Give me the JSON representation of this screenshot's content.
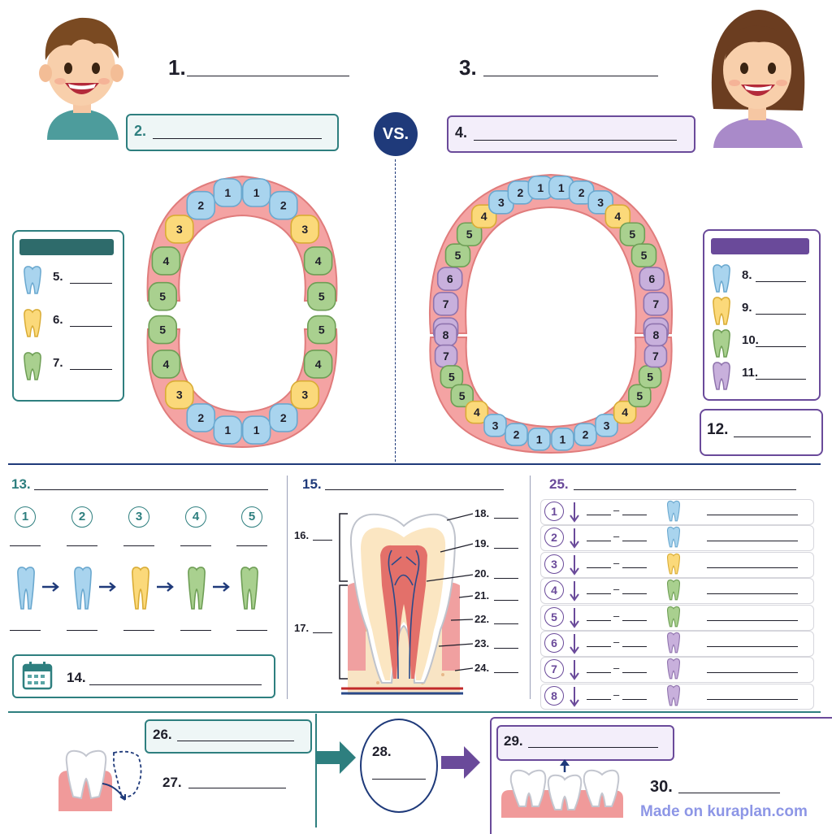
{
  "header": {
    "vs": "VS.",
    "q1": "1.",
    "q2": "2.",
    "q3": "3.",
    "q4": "4."
  },
  "child_jaw": {
    "upper": [
      "5",
      "4",
      "3",
      "2",
      "1",
      "1",
      "2",
      "3",
      "4",
      "5"
    ],
    "lower": [
      "5",
      "4",
      "3",
      "2",
      "1",
      "1",
      "2",
      "3",
      "4",
      "5"
    ]
  },
  "adult_jaw": {
    "upper": [
      "8",
      "7",
      "6",
      "5",
      "5",
      "4",
      "3",
      "2",
      "1",
      "1",
      "2",
      "3",
      "4",
      "5",
      "5",
      "6",
      "7",
      "8"
    ],
    "lower": [
      "8",
      "7",
      "5",
      "5",
      "4",
      "3",
      "2",
      "1",
      "1",
      "2",
      "3",
      "4",
      "5",
      "5",
      "7",
      "8"
    ]
  },
  "child_legend": {
    "items": [
      {
        "label": "5.",
        "color": "#a9d4ee",
        "icon": "incisor-tooth-icon"
      },
      {
        "label": "6.",
        "color": "#fbd97a",
        "icon": "canine-tooth-icon"
      },
      {
        "label": "7.",
        "color": "#a9d08f",
        "icon": "molar-tooth-icon"
      }
    ]
  },
  "adult_legend": {
    "items": [
      {
        "label": "8.",
        "color": "#a9d4ee",
        "icon": "incisor-tooth-icon"
      },
      {
        "label": "9.",
        "color": "#fbd97a",
        "icon": "canine-tooth-icon"
      },
      {
        "label": "10.",
        "color": "#a9d08f",
        "icon": "premolar-tooth-icon"
      },
      {
        "label": "11.",
        "color": "#c8b0dc",
        "icon": "molar-tooth-icon"
      }
    ],
    "q12": "12."
  },
  "sequence": {
    "q13": "13.",
    "steps": [
      "1",
      "2",
      "3",
      "4",
      "5"
    ],
    "q14": "14."
  },
  "anatomy": {
    "q15": "15.",
    "labels": [
      "16.",
      "17.",
      "18.",
      "19.",
      "20.",
      "21.",
      "22.",
      "23.",
      "24."
    ]
  },
  "eruption": {
    "q25": "25.",
    "rows": [
      "1",
      "2",
      "3",
      "4",
      "5",
      "6",
      "7",
      "8"
    ],
    "dash": "–"
  },
  "bottom": {
    "q26": "26.",
    "q27": "27.",
    "q28": "28.",
    "q29": "29.",
    "q30": "30."
  },
  "colors": {
    "teal": "#2e7f7f",
    "purple": "#6a4a9a",
    "navy": "#1f3a7a",
    "incisor": "#a9d4ee",
    "canine": "#fbd97a",
    "premolar": "#a9d08f",
    "molar": "#c8b0dc",
    "gum": "#f19a9a"
  },
  "watermark": "Made on kuraplan.com"
}
